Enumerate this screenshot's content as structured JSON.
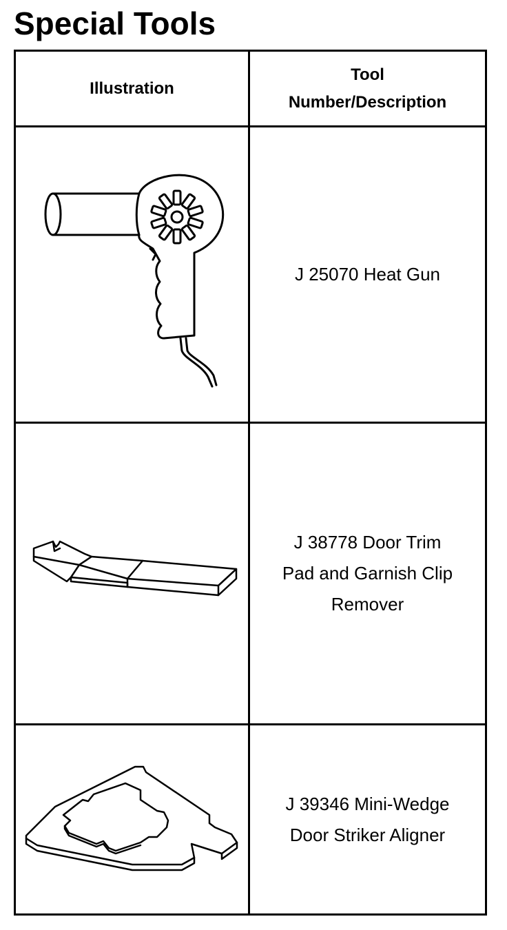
{
  "title": "Special Tools",
  "table": {
    "headers": {
      "illustration": "Illustration",
      "tool_line1": "Tool",
      "tool_line2": "Number/Description"
    },
    "rows": [
      {
        "icon": "heat-gun-icon",
        "lines": [
          "J 25070 Heat Gun"
        ]
      },
      {
        "icon": "trim-pad-clip-remover-icon",
        "lines": [
          "J 38778 Door Trim",
          "Pad and Garnish Clip",
          "Remover"
        ]
      },
      {
        "icon": "mini-wedge-icon",
        "lines": [
          "J 39346 Mini-Wedge",
          "Door Striker Aligner"
        ]
      }
    ]
  }
}
